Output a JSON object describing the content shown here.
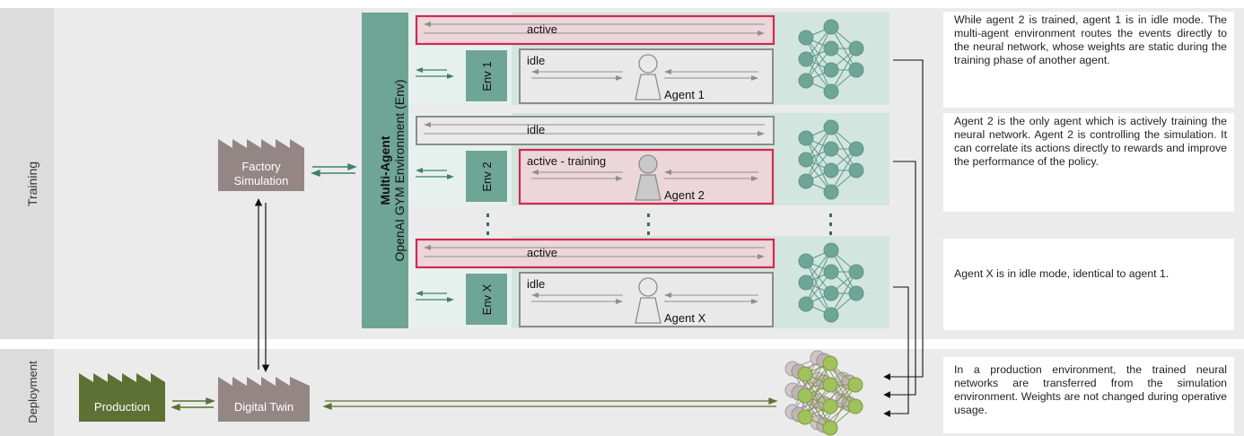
{
  "rows": {
    "training": "Training",
    "deployment": "Deployment"
  },
  "factory_sim": [
    "Factory",
    "Simulation"
  ],
  "digital_twin": "Digital Twin",
  "production": "Production",
  "env_column": {
    "line1": "Multi-Agent",
    "line2": "OpenAI GYM Environment (Env)"
  },
  "agents": [
    {
      "env": "Env 1",
      "top_state": "active",
      "box_state": "idle",
      "agent": "Agent 1"
    },
    {
      "env": "Env 2",
      "top_state": "idle",
      "box_state": "active - training",
      "agent": "Agent 2"
    },
    {
      "env": "Env X",
      "top_state": "active",
      "box_state": "idle",
      "agent": "Agent X"
    }
  ],
  "descriptions": [
    "While agent 2 is trained, agent 1 is in idle mode. The multi-agent environment routes the events directly to the neural network, whose weights are static during the training phase of another agent.",
    "Agent 2 is the only agent which is actively training the neural network. Agent 2 is controlling the simulation. It can correlate its actions directly to rewards and improve the performance of the policy.",
    "Agent X is in idle mode, identical to agent 1.",
    "In a production environment, the trained neural networks are transferred from the simulation environment. Weights are not changed during operative usage."
  ],
  "colors": {
    "band": "#ebebeb",
    "label_band": "#dcdcdc",
    "env_teal": "#6fa595",
    "teal_light": "#d2e5de",
    "teal_pale": "#e6f1ed",
    "active_red": "#d2294f",
    "pink_fill": "#ecd6da",
    "factory": "#958686",
    "production": "#5c7133",
    "nn_green": "#9fc25a"
  }
}
